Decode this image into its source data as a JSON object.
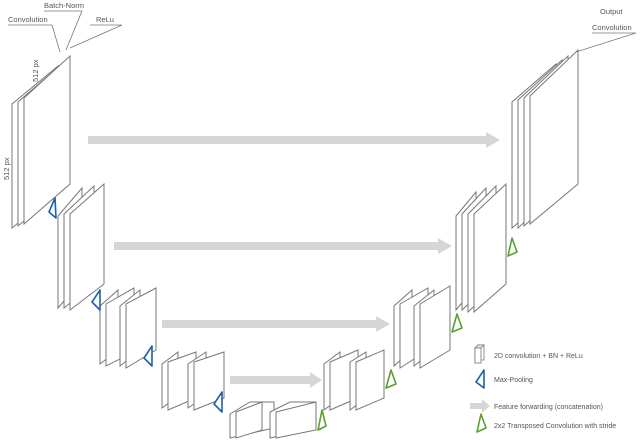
{
  "labels": {
    "convolution": "Convolution",
    "batch_norm": "Batch-Norm",
    "relu": "ReLu",
    "output_convolution_line1": "Output",
    "output_convolution_line2": "Convolution",
    "dim_width": "512 px",
    "dim_height": "512 px"
  },
  "legend": {
    "items": [
      {
        "icon": "block-icon",
        "label": "2D convolution + BN + ReLu"
      },
      {
        "icon": "max-pooling-icon",
        "label": "Max-Pooling"
      },
      {
        "icon": "arrow-icon",
        "label": "Feature forwarding (concatenation)"
      },
      {
        "icon": "transposed-conv-icon",
        "label": "2x2 Transposed Convolution with stride"
      }
    ]
  },
  "colors": {
    "stroke": "#777777",
    "fill": "#ffffff",
    "arrow": "#d6d6d6",
    "pooling": "#1f5fa8",
    "upconv": "#5aa02c",
    "text": "#555555"
  }
}
